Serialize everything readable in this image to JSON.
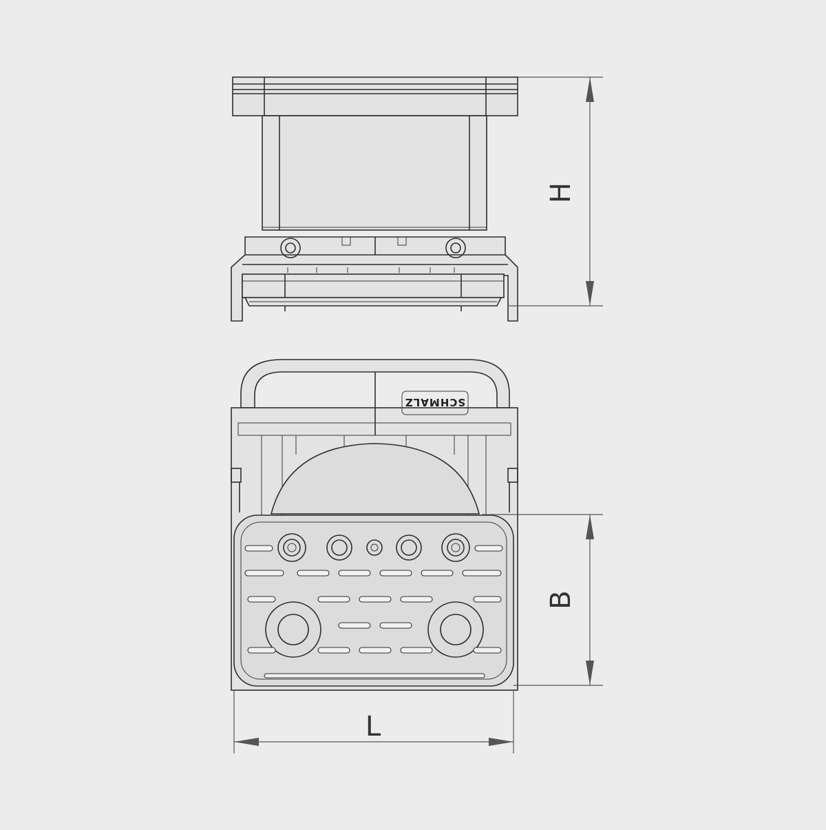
{
  "drawing": {
    "views": [
      "side-view",
      "top-view"
    ],
    "brand_text": "SCHMALZ",
    "dimensions": {
      "height_label": "H",
      "width_label": "B",
      "length_label": "L"
    },
    "colors": {
      "background": "#ececec",
      "line": "#2e2e2e",
      "fill": "#e3e3e3",
      "dimension": "#555555"
    }
  }
}
